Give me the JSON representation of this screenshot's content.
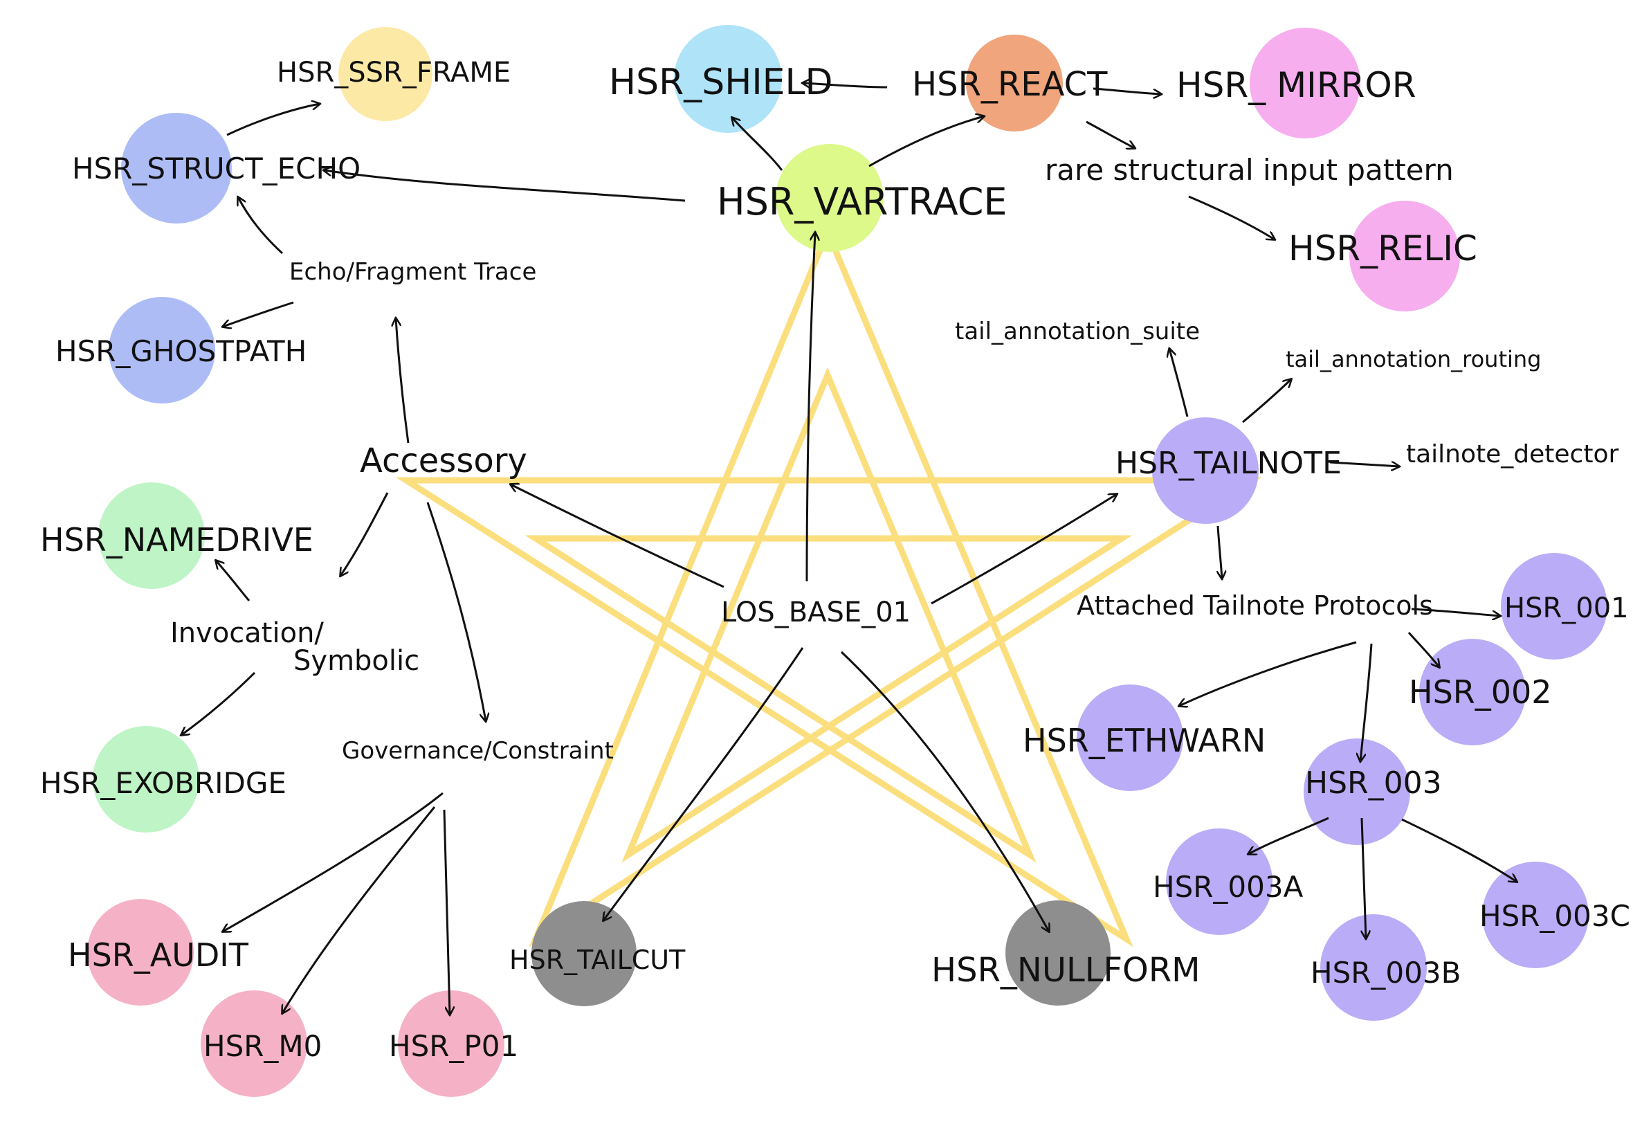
{
  "colors": {
    "yellow": "#fde9a6",
    "blue": "#aee3f8",
    "orange": "#f0a57c",
    "pink": "#f6aeee",
    "lime": "#dcf98a",
    "periwinkle": "#aebcf6",
    "mint": "#bff4c6",
    "rose": "#f5b2c6",
    "lavender": "#baacf6",
    "gray": "#8e8e8e",
    "star": "#fbdf7e",
    "ink": "#111111"
  },
  "nodes": [
    {
      "id": "ssr_frame",
      "label": "HSR_SSR_FRAME",
      "color": "yellow"
    },
    {
      "id": "shield",
      "label": "HSR_SHIELD",
      "color": "blue"
    },
    {
      "id": "react",
      "label": "HSR_REACT",
      "color": "orange"
    },
    {
      "id": "mirror",
      "label": "HSR_ MIRROR",
      "color": "pink"
    },
    {
      "id": "struct_echo",
      "label": "HSR_STRUCT_ECHO",
      "color": "periwinkle"
    },
    {
      "id": "vartrace",
      "label": "HSR_VARTRACE",
      "color": "lime"
    },
    {
      "id": "relic",
      "label": "HSR_RELIC",
      "color": "pink"
    },
    {
      "id": "ghostpath",
      "label": "HSR_GHOSTPATH",
      "color": "periwinkle"
    },
    {
      "id": "namedrive",
      "label": "HSR_NAMEDRIVE",
      "color": "mint"
    },
    {
      "id": "exobridge",
      "label": "HSR_EXOBRIDGE",
      "color": "mint"
    },
    {
      "id": "audit",
      "label": "HSR_AUDIT",
      "color": "rose"
    },
    {
      "id": "m0",
      "label": "HSR_M0",
      "color": "rose"
    },
    {
      "id": "p01",
      "label": "HSR_P01",
      "color": "rose"
    },
    {
      "id": "tailcut",
      "label": "HSR_TAILCUT",
      "color": "gray"
    },
    {
      "id": "nullform",
      "label": "HSR_NULLFORM",
      "color": "gray"
    },
    {
      "id": "tailnote",
      "label": "HSR_TAILNOTE",
      "color": "lavender"
    },
    {
      "id": "h001",
      "label": "HSR_001",
      "color": "lavender"
    },
    {
      "id": "h002",
      "label": "HSR_002",
      "color": "lavender"
    },
    {
      "id": "ethwarn",
      "label": "HSR_ETHWARN",
      "color": "lavender"
    },
    {
      "id": "h003",
      "label": "HSR_003",
      "color": "lavender"
    },
    {
      "id": "h003a",
      "label": "HSR_003A",
      "color": "lavender"
    },
    {
      "id": "h003b",
      "label": "HSR_003B",
      "color": "lavender"
    },
    {
      "id": "h003c",
      "label": "HSR_003C",
      "color": "lavender"
    }
  ],
  "labels": [
    {
      "id": "rare",
      "text": "rare structural input pattern"
    },
    {
      "id": "echo_trace",
      "text": "Echo/Fragment Trace"
    },
    {
      "id": "accessory",
      "text": "Accessory"
    },
    {
      "id": "invocation",
      "text": "Invocation/"
    },
    {
      "id": "symbolic",
      "text": "Symbolic"
    },
    {
      "id": "governance",
      "text": "Governance/Constraint"
    },
    {
      "id": "los_base",
      "text": "LOS_BASE_01"
    },
    {
      "id": "suite",
      "text": "tail_annotation_suite"
    },
    {
      "id": "routing",
      "text": "tail_annotation_routing"
    },
    {
      "id": "detector",
      "text": "tailnote_detector"
    },
    {
      "id": "attached",
      "text": "Attached Tailnote Protocols"
    }
  ]
}
